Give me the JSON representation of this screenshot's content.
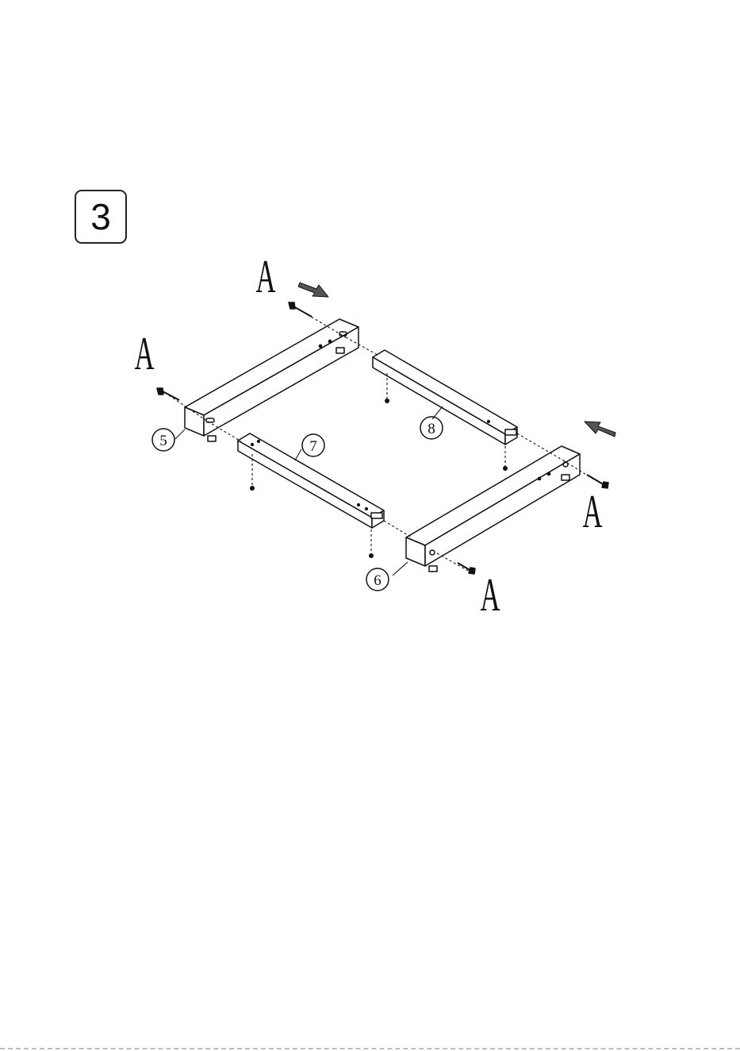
{
  "step": {
    "number": "3"
  },
  "hardware_labels": [
    "A",
    "A",
    "A",
    "A"
  ],
  "part_numbers": [
    "5",
    "6",
    "7",
    "8"
  ]
}
